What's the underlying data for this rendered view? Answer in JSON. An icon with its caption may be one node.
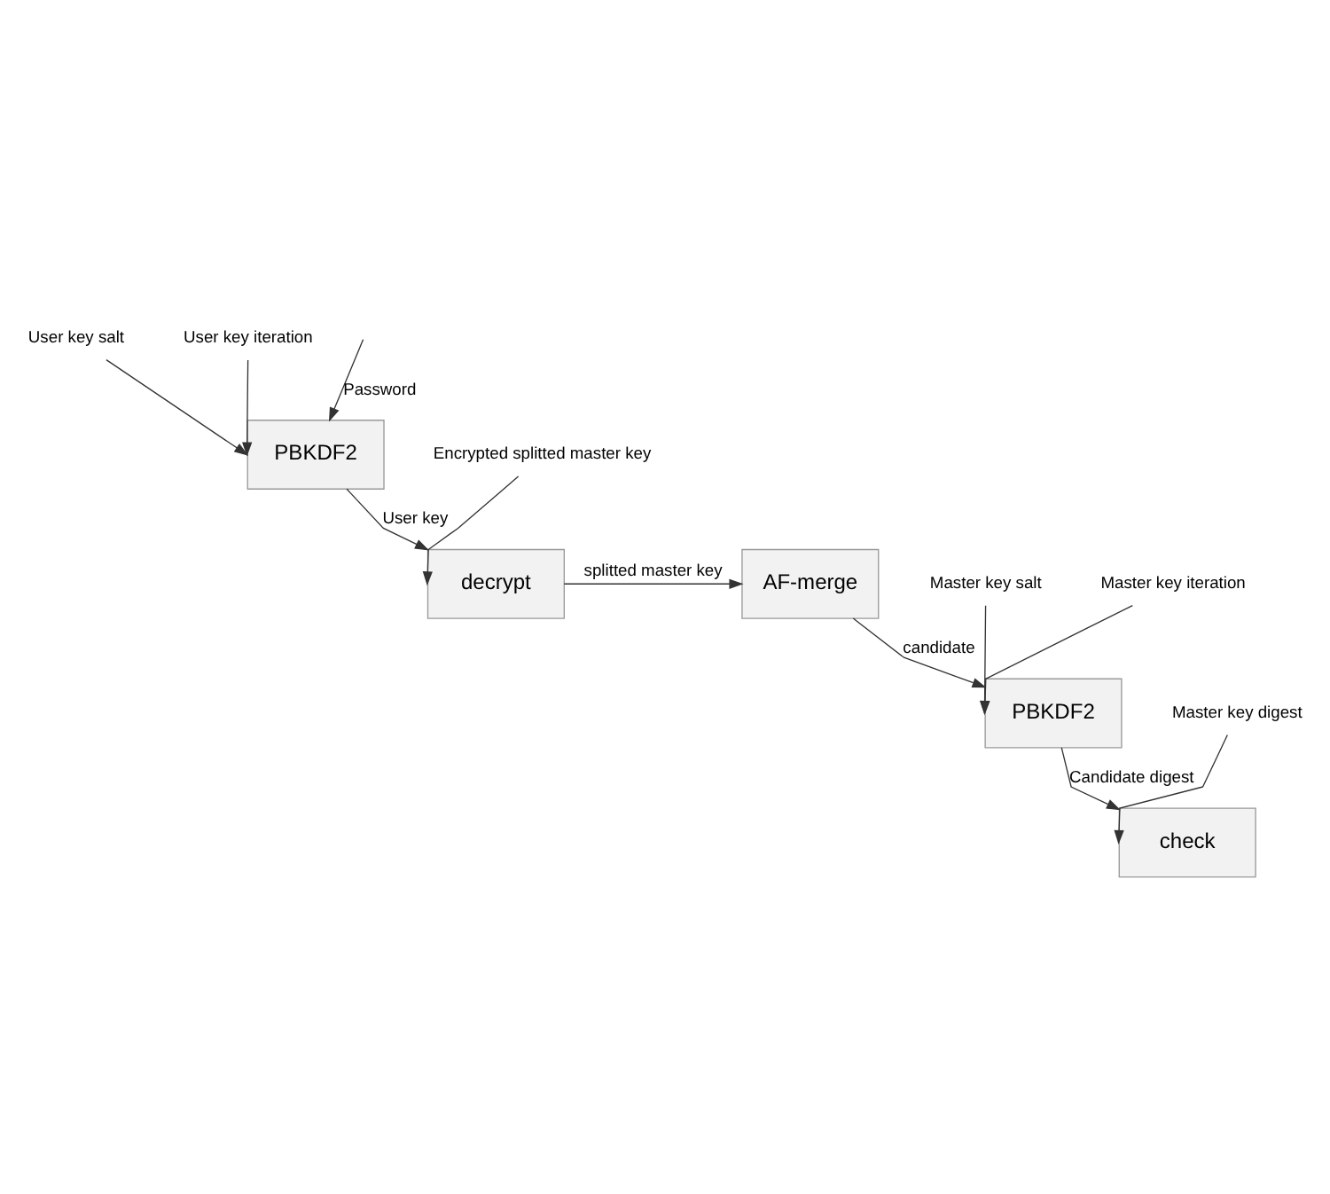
{
  "diagram": {
    "nodes": [
      {
        "text": [
          "User key salt"
        ]
      },
      {
        "text": [
          "User key iteration"
        ]
      },
      {
        "text": [
          "PBKDF2"
        ]
      },
      {
        "text": [
          "Encrypted splitted master key"
        ]
      },
      {
        "text": [
          "decrypt"
        ]
      },
      {
        "text": [
          "AF-merge"
        ]
      },
      {
        "text": [
          "Master key salt"
        ]
      },
      {
        "text": [
          "Master key iteration"
        ]
      },
      {
        "text": [
          "PBKDF2"
        ]
      },
      {
        "text": [
          "Master key digest"
        ]
      },
      {
        "text": [
          "check"
        ]
      }
    ],
    "edges": [
      {
        "from": null,
        "to": 2,
        "arrow": "to",
        "label": "Password"
      },
      {
        "from": 0,
        "to": 2,
        "arrow": "to"
      },
      {
        "from": 1,
        "to": 2,
        "arrow": "to"
      },
      {
        "from": 2,
        "to": 4,
        "arrow": "to",
        "label": "User key"
      },
      {
        "from": 3,
        "to": 4,
        "arrow": "to"
      },
      {
        "from": 4,
        "to": 5,
        "arrow": "to",
        "label": "splitted master key"
      },
      {
        "from": 5,
        "to": 8,
        "arrow": "to",
        "label": "candidate"
      },
      {
        "from": 6,
        "to": 8,
        "arrow": "to"
      },
      {
        "from": 7,
        "to": 8,
        "arrow": "to"
      },
      {
        "from": 8,
        "to": 10,
        "arrow": "to",
        "label": "Candidate digest"
      },
      {
        "from": 9,
        "to": 10,
        "arrow": "to"
      }
    ]
  }
}
